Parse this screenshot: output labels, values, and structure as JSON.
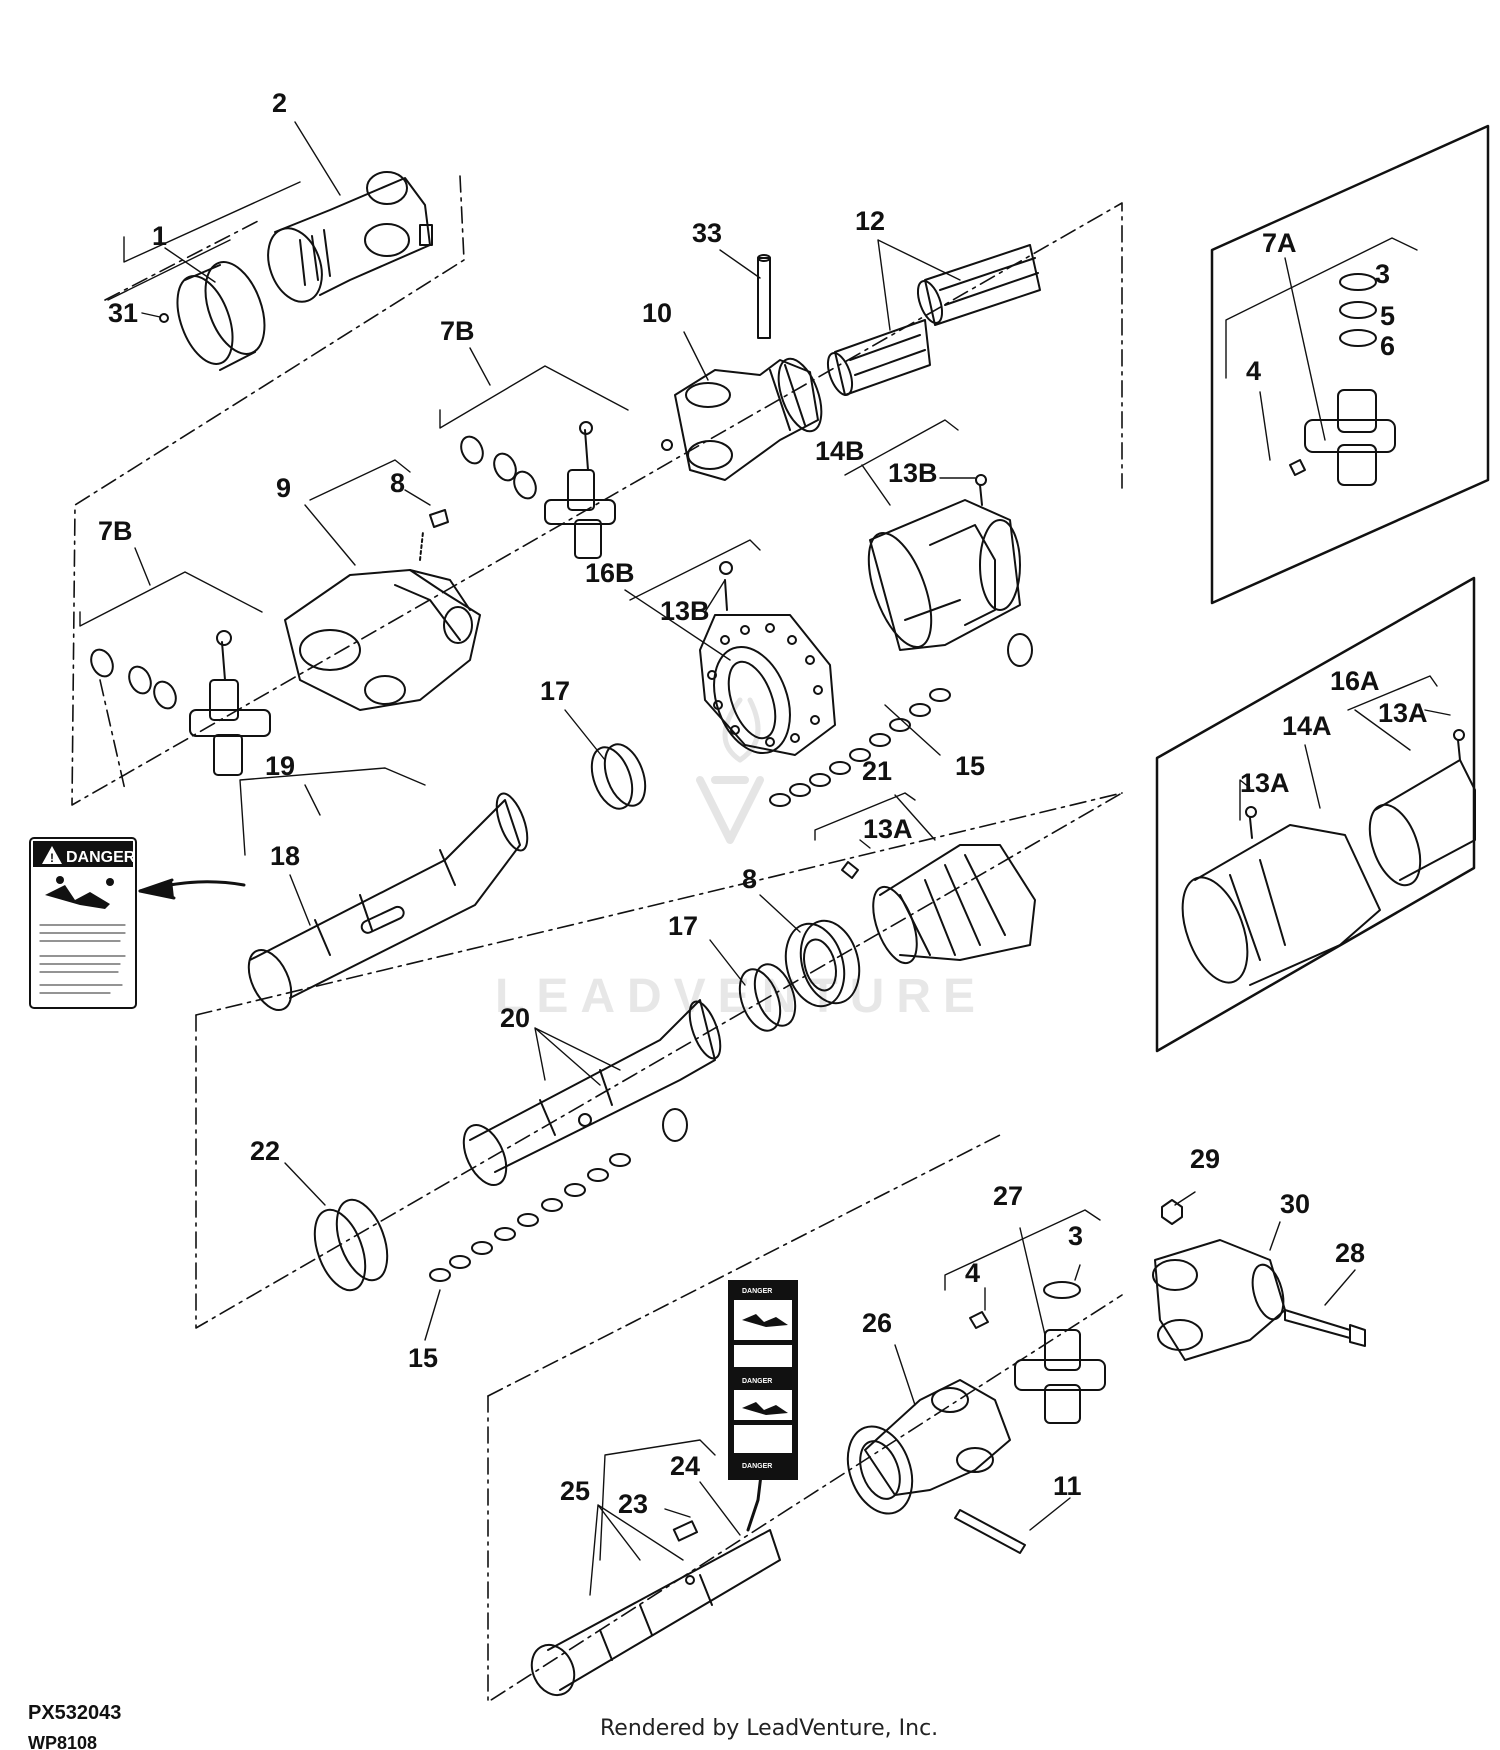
{
  "diagram": {
    "callouts": {
      "c1": "1",
      "c2": "2",
      "c31": "31",
      "c33": "33",
      "c12": "12",
      "c10": "10",
      "c7b_top": "7B",
      "c7b_left": "7B",
      "c9": "9",
      "c8_top": "8",
      "c14b": "14B",
      "c13b_top": "13B",
      "c16b": "16B",
      "c13b_mid": "13B",
      "c17_top": "17",
      "c15_top": "15",
      "c19": "19",
      "c18": "18",
      "c21": "21",
      "c13a_mid": "13A",
      "c8_mid": "8",
      "c17_mid": "17",
      "c20": "20",
      "c22": "22",
      "c15_bot": "15",
      "c7a": "7A",
      "c3_box": "3",
      "c5_box": "5",
      "c6_box": "6",
      "c4_box": "4",
      "c16a": "16A",
      "c13a_box_r": "13A",
      "c14a": "14A",
      "c13a_box_l": "13A",
      "c29": "29",
      "c30": "30",
      "c27": "27",
      "c3_bot": "3",
      "c4_bot": "4",
      "c28": "28",
      "c26": "26",
      "c11": "11",
      "c24": "24",
      "c25": "25",
      "c23": "23"
    },
    "decal_danger_title": "DANGER",
    "tall_decal_labels": [
      "DANGER",
      "DANGER",
      "DANGER"
    ],
    "watermark_text": "LEADVENTURE"
  },
  "footer": {
    "diagram_id": "PX532043",
    "diagram_id_2": "WP8108",
    "credit": "Rendered by LeadVenture, Inc."
  }
}
